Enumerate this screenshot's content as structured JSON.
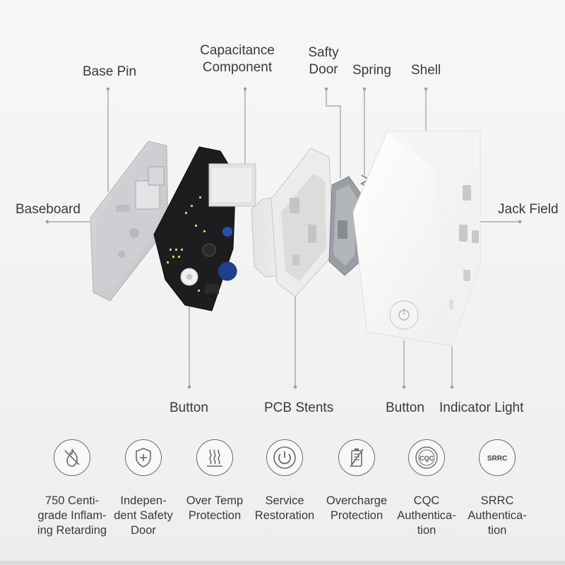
{
  "labels": {
    "base_pin": "Base Pin",
    "capacitance_component": [
      "Capacitance",
      "Component"
    ],
    "safety_door": [
      "Safty",
      "Door"
    ],
    "spring": "Spring",
    "shell": "Shell",
    "baseboard": "Baseboard",
    "jack_field": "Jack Field",
    "button_left": "Button",
    "pcb_stents": "PCB Stents",
    "button_right": "Button",
    "indicator_light": "Indicator Light"
  },
  "features": [
    {
      "icon": "no-fire-icon",
      "lines": [
        "750 Centi-",
        "grade Inflam-",
        "ing Retarding"
      ]
    },
    {
      "icon": "shield-plus-icon",
      "lines": [
        "Indepen-",
        "dent Safety",
        "Door"
      ]
    },
    {
      "icon": "heat-waves-icon",
      "lines": [
        "Over Temp",
        "Protection"
      ]
    },
    {
      "icon": "power-icon",
      "lines": [
        "Service",
        "Restoration"
      ]
    },
    {
      "icon": "battery-slash-icon",
      "lines": [
        "Overcharge",
        "Protection"
      ]
    },
    {
      "icon": "cqc-seal-icon",
      "seal_text": "CQC",
      "lines": [
        "CQC",
        "Authentica-",
        "tion"
      ]
    },
    {
      "icon": "srrc-seal-icon",
      "seal_text": "SRRC",
      "lines": [
        "SRRC",
        "Authentica-",
        "tion"
      ]
    }
  ]
}
